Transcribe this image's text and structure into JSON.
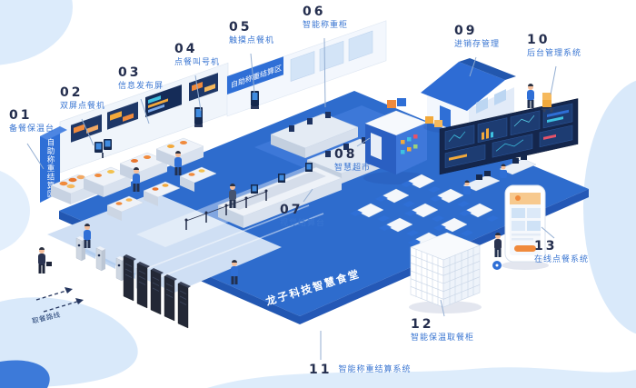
{
  "scene": {
    "floor_brand": "龙子科技智慧食堂",
    "left_wall_area": "自助称重结算区",
    "top_wall_area": "自助称重结算区",
    "route_label": "取餐路线"
  },
  "colors": {
    "floor_blue": "#2e6ccd",
    "accent_blue": "#2f6fd6",
    "number_navy": "#242e4e",
    "label_blue": "#3a76d2",
    "orange": "#f08a3c"
  },
  "callouts": [
    {
      "num": "01",
      "label": "备餐保温台"
    },
    {
      "num": "02",
      "label": "双屏点餐机"
    },
    {
      "num": "03",
      "label": "信息发布屏"
    },
    {
      "num": "04",
      "label": "点餐叫号机"
    },
    {
      "num": "05",
      "label": "触摸点餐机"
    },
    {
      "num": "06",
      "label": "智能称重柜"
    },
    {
      "num": "07",
      "label": "视觉结算台"
    },
    {
      "num": "08",
      "label": "智慧超市"
    },
    {
      "num": "09",
      "label": "进销存管理"
    },
    {
      "num": "10",
      "label": "后台管理系统"
    },
    {
      "num": "11",
      "label": "智能称重结算系统"
    },
    {
      "num": "12",
      "label": "智能保温取餐柜"
    },
    {
      "num": "13",
      "label": "在线点餐系统"
    }
  ]
}
